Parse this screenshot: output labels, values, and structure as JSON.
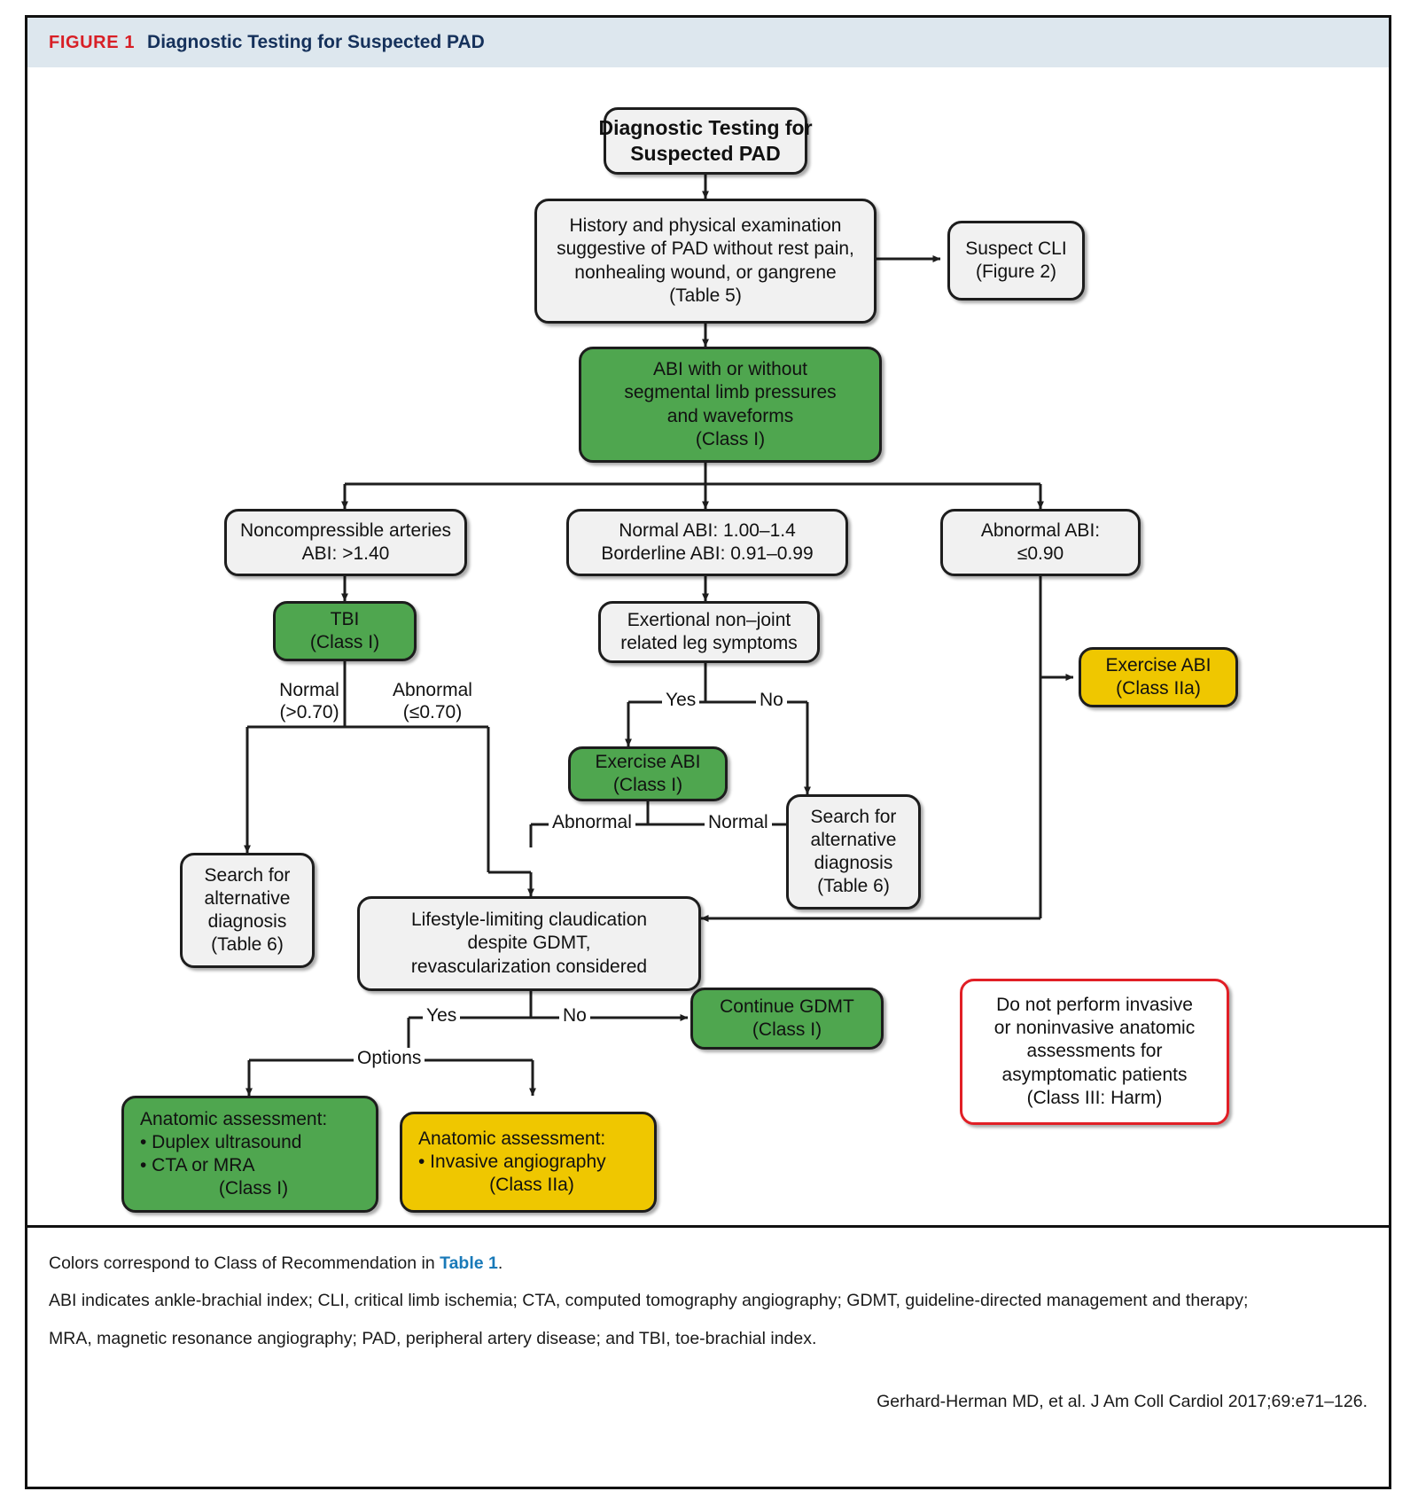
{
  "header": {
    "tag": "FIGURE 1",
    "title": "Diagnostic Testing for Suspected PAD",
    "tag_color": "#d81f26",
    "title_color": "#15315b",
    "band_color": "#dde7ee"
  },
  "palette": {
    "class_i_green": "#4fa64f",
    "class_iia_yellow": "#efc700",
    "class_iii_red": "#e11f26",
    "neutral_gray": "#f1f1f1",
    "link_blue": "#1879b8"
  },
  "chart_data": {
    "type": "diagram",
    "title": "Diagnostic Testing for Suspected PAD",
    "nodes": [
      {
        "id": "title",
        "label": "Diagnostic Testing for\nSuspected PAD",
        "color": "gray"
      },
      {
        "id": "history",
        "label": "History and physical examination\nsuggestive of PAD without rest pain,\nnonhealing wound, or gangrene\n(Table 5)",
        "color": "gray"
      },
      {
        "id": "suspect_cli",
        "label": "Suspect CLI\n(Figure 2)",
        "color": "gray"
      },
      {
        "id": "abi",
        "label": "ABI with or without\nsegmental limb pressures\nand waveforms\n(Class I)",
        "color": "green"
      },
      {
        "id": "noncompress",
        "label": "Noncompressible arteries\nABI: >1.40",
        "color": "gray"
      },
      {
        "id": "normal_abi",
        "label": "Normal ABI: 1.00–1.4\nBorderline ABI: 0.91–0.99",
        "color": "gray"
      },
      {
        "id": "abnormal_abi",
        "label": "Abnormal ABI:\n≤0.90",
        "color": "gray"
      },
      {
        "id": "tbi",
        "label": "TBI\n(Class I)",
        "color": "green"
      },
      {
        "id": "exertional",
        "label": "Exertional non–joint\nrelated leg symptoms",
        "color": "gray"
      },
      {
        "id": "ex_abi_iia",
        "label": "Exercise ABI\n(Class IIa)",
        "color": "yellow"
      },
      {
        "id": "ex_abi_i",
        "label": "Exercise ABI\n(Class I)",
        "color": "green"
      },
      {
        "id": "search_t6_r",
        "label": "Search for\nalternative\ndiagnosis\n(Table 6)",
        "color": "gray"
      },
      {
        "id": "search_t6_l",
        "label": "Search for\nalternative\ndiagnosis\n(Table 6)",
        "color": "gray"
      },
      {
        "id": "claudication",
        "label": "Lifestyle-limiting claudication\ndespite GDMT,\nrevascularization considered",
        "color": "gray"
      },
      {
        "id": "continue_gdmt",
        "label": "Continue GDMT\n(Class I)",
        "color": "green"
      },
      {
        "id": "anat_green",
        "label": "Anatomic assessment:\n• Duplex ultrasound\n• CTA or MRA\n(Class I)",
        "color": "green"
      },
      {
        "id": "anat_yellow",
        "label": "Anatomic assessment:\n• Invasive angiography\n(Class IIa)",
        "color": "yellow"
      },
      {
        "id": "do_not",
        "label": "Do not perform invasive\nor noninvasive anatomic\nassessments for\nasymptomatic patients\n(Class III: Harm)",
        "color": "red-outline"
      }
    ],
    "edges": [
      {
        "from": "title",
        "to": "history",
        "label": ""
      },
      {
        "from": "history",
        "to": "suspect_cli",
        "label": ""
      },
      {
        "from": "history",
        "to": "abi",
        "label": ""
      },
      {
        "from": "abi",
        "to": "noncompress",
        "label": ""
      },
      {
        "from": "abi",
        "to": "normal_abi",
        "label": ""
      },
      {
        "from": "abi",
        "to": "abnormal_abi",
        "label": ""
      },
      {
        "from": "noncompress",
        "to": "tbi",
        "label": ""
      },
      {
        "from": "tbi",
        "to": "search_t6_l",
        "label": "Normal (>0.70)"
      },
      {
        "from": "tbi",
        "to": "claudication",
        "label": "Abnormal (≤0.70)"
      },
      {
        "from": "normal_abi",
        "to": "exertional",
        "label": ""
      },
      {
        "from": "exertional",
        "to": "ex_abi_i",
        "label": "Yes"
      },
      {
        "from": "exertional",
        "to": "search_t6_r",
        "label": "No"
      },
      {
        "from": "ex_abi_i",
        "to": "claudication",
        "label": "Abnormal"
      },
      {
        "from": "ex_abi_i",
        "to": "search_t6_r",
        "label": "Normal"
      },
      {
        "from": "abnormal_abi",
        "to": "ex_abi_iia",
        "label": ""
      },
      {
        "from": "abnormal_abi",
        "to": "claudication",
        "label": ""
      },
      {
        "from": "claudication",
        "to": "continue_gdmt",
        "label": "No"
      },
      {
        "from": "claudication",
        "to": "anat_green",
        "label": "Yes / Options"
      },
      {
        "from": "claudication",
        "to": "anat_yellow",
        "label": "Yes / Options"
      }
    ],
    "edge_labels": [
      "Normal",
      "(>0.70)",
      "Abnormal",
      "(≤0.70)",
      "Yes",
      "No",
      "Abnormal",
      "Normal",
      "Yes",
      "No",
      "Options"
    ]
  },
  "nodes": {
    "title": {
      "l1": "Diagnostic Testing for",
      "l2": "Suspected PAD"
    },
    "history": {
      "l1": "History and physical examination",
      "l2": "suggestive of PAD without rest pain,",
      "l3": "nonhealing wound, or gangrene",
      "l4": "(Table 5)"
    },
    "suspect_cli": {
      "l1": "Suspect CLI",
      "l2": "(Figure 2)"
    },
    "abi": {
      "l1": "ABI with or without",
      "l2": "segmental limb pressures",
      "l3": "and waveforms",
      "l4": "(Class I)"
    },
    "noncompress": {
      "l1": "Noncompressible arteries",
      "l2": "ABI: >1.40"
    },
    "normal_abi": {
      "l1": "Normal ABI: 1.00–1.4",
      "l2": "Borderline ABI: 0.91–0.99"
    },
    "abnormal_abi": {
      "l1": "Abnormal ABI:",
      "l2": "≤0.90"
    },
    "tbi": {
      "l1": "TBI",
      "l2": "(Class I)"
    },
    "exertional": {
      "l1": "Exertional non–joint",
      "l2": "related leg symptoms"
    },
    "ex_abi_iia": {
      "l1": "Exercise ABI",
      "l2": "(Class IIa)"
    },
    "ex_abi_i": {
      "l1": "Exercise ABI",
      "l2": "(Class I)"
    },
    "search_t6_r": {
      "l1": "Search for",
      "l2": "alternative",
      "l3": "diagnosis",
      "l4": "(Table 6)"
    },
    "search_t6_l": {
      "l1": "Search for",
      "l2": "alternative",
      "l3": "diagnosis",
      "l4": "(Table 6)"
    },
    "claudication": {
      "l1": "Lifestyle-limiting claudication",
      "l2": "despite GDMT,",
      "l3": "revascularization considered"
    },
    "continue_gdmt": {
      "l1": "Continue GDMT",
      "l2": "(Class I)"
    },
    "anat_green": {
      "l1": "Anatomic assessment:",
      "l2": "• Duplex ultrasound",
      "l3": "• CTA or MRA",
      "l4": "(Class I)"
    },
    "anat_yellow": {
      "l1": "Anatomic assessment:",
      "l2": "• Invasive angiography",
      "l3": "(Class IIa)"
    },
    "do_not": {
      "l1": "Do not perform invasive",
      "l2": "or noninvasive anatomic",
      "l3": "assessments for",
      "l4": "asymptomatic patients",
      "l5": "(Class III: Harm)"
    }
  },
  "labels": {
    "tbi_normal": "Normal",
    "tbi_normal_value": "(>0.70)",
    "tbi_abnormal": "Abnormal",
    "tbi_abnormal_value": "(≤0.70)",
    "exert_yes": "Yes",
    "exert_no": "No",
    "exabi_abnormal": "Abnormal",
    "exabi_normal": "Normal",
    "claud_yes": "Yes",
    "claud_no": "No",
    "claud_options": "Options"
  },
  "footer": {
    "line1_pre": "Colors correspond to Class of Recommendation in ",
    "line1_link": "Table 1",
    "line1_post": ".",
    "line2": "ABI indicates ankle-brachial index; CLI, critical limb ischemia; CTA, computed tomography angiography; GDMT, guideline-directed management and therapy;",
    "line3": "MRA, magnetic resonance angiography; PAD, peripheral artery disease; and TBI, toe-brachial index.",
    "citation": "Gerhard-Herman MD, et al. J Am Coll Cardiol 2017;69:e71–126."
  }
}
